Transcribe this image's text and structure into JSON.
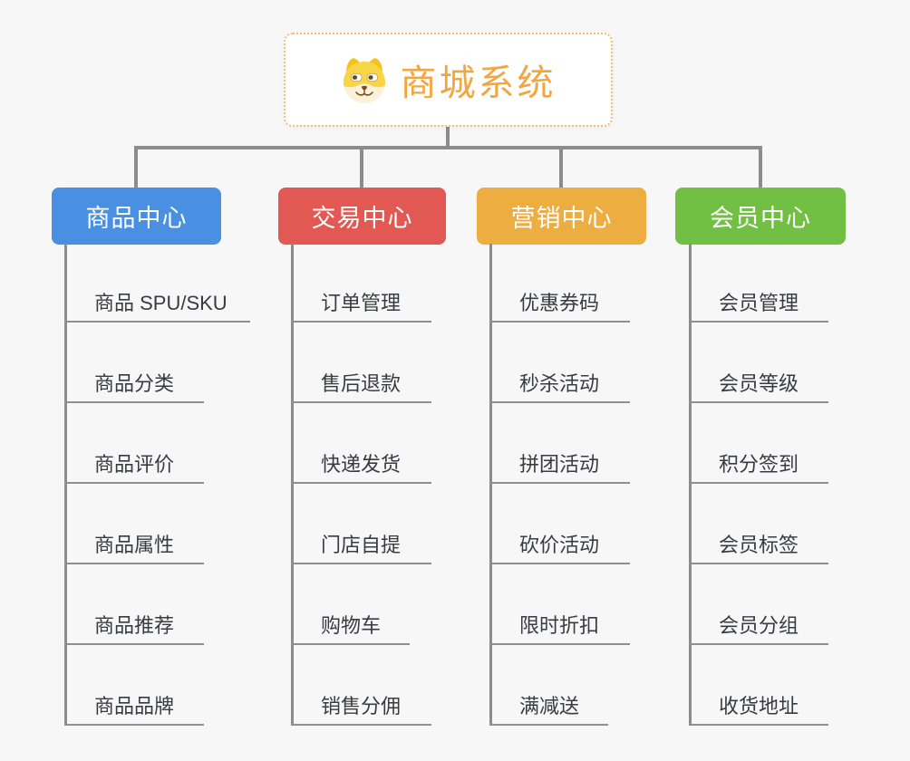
{
  "root": {
    "title": "商城系统",
    "icon": "dog-face-icon"
  },
  "colors": {
    "background": "#f7f7f7",
    "connector": "#8c8c8c",
    "leaf_underline": "#8f8f8f",
    "leaf_text": "#3a3b3f",
    "root_text": "#f2a640",
    "root_border": "#f4be6b",
    "branch_product": "#4a90e2",
    "branch_trade": "#e25852",
    "branch_marketing": "#edad41",
    "branch_member": "#71bf43"
  },
  "branches": [
    {
      "label": "商品中心",
      "color": "#4a90e2",
      "items": [
        "商品 SPU/SKU",
        "商品分类",
        "商品评价",
        "商品属性",
        "商品推荐",
        "商品品牌"
      ]
    },
    {
      "label": "交易中心",
      "color": "#e25852",
      "items": [
        "订单管理",
        "售后退款",
        "快递发货",
        "门店自提",
        "购物车",
        "销售分佣"
      ]
    },
    {
      "label": "营销中心",
      "color": "#edad41",
      "items": [
        "优惠券码",
        "秒杀活动",
        "拼团活动",
        "砍价活动",
        "限时折扣",
        "满减送"
      ]
    },
    {
      "label": "会员中心",
      "color": "#71bf43",
      "items": [
        "会员管理",
        "会员等级",
        "积分签到",
        "会员标签",
        "会员分组",
        "收货地址"
      ]
    }
  ]
}
